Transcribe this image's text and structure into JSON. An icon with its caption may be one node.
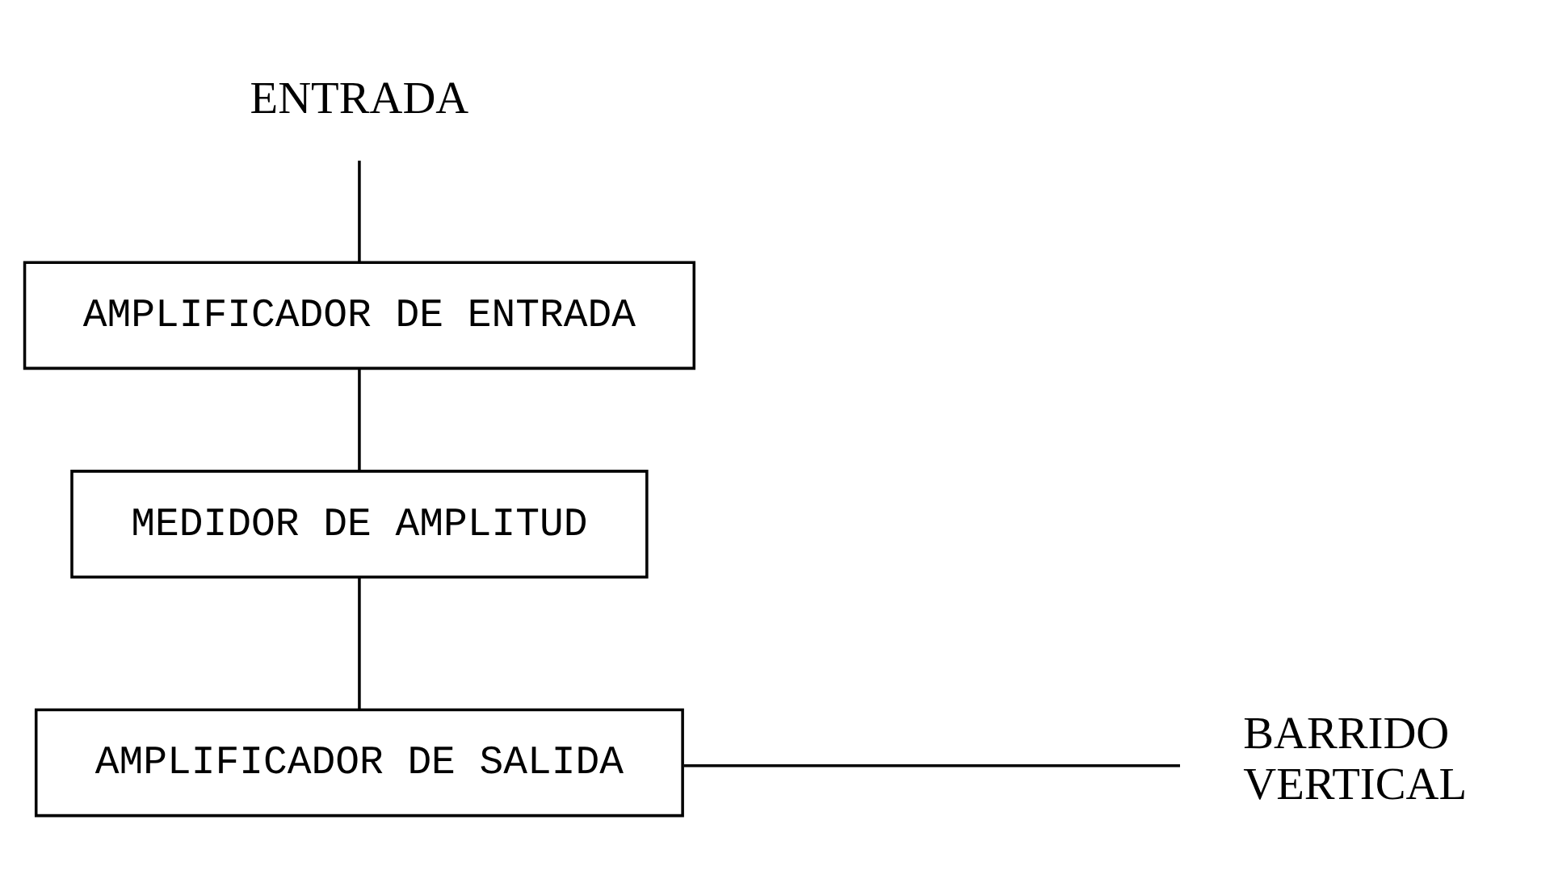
{
  "diagram": {
    "nodes": [
      {
        "text": [
          "ENTRADA"
        ]
      },
      {
        "text": [
          "AMPLIFICADOR DE ENTRADA"
        ]
      },
      {
        "text": [
          "MEDIDOR DE AMPLITUD"
        ]
      },
      {
        "text": [
          "AMPLIFICADOR DE SALIDA"
        ]
      },
      {
        "text": [
          "BARRIDO VERTICAL"
        ]
      }
    ],
    "edges": [
      {
        "from": 0,
        "to": 1,
        "arrow": "none"
      },
      {
        "from": 1,
        "to": 2,
        "arrow": "none"
      },
      {
        "from": 2,
        "to": 3,
        "arrow": "none"
      },
      {
        "from": 3,
        "to": 4,
        "arrow": "none"
      }
    ]
  }
}
